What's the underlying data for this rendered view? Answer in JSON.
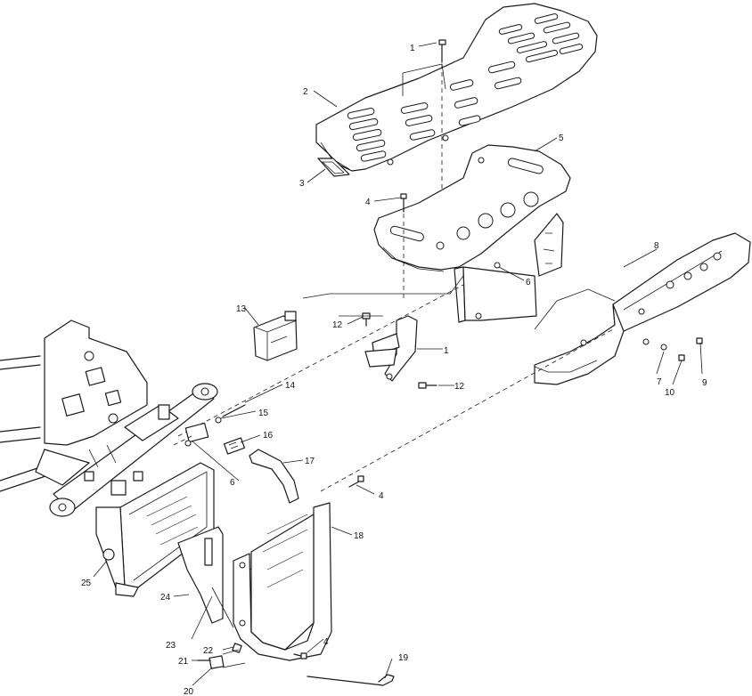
{
  "callouts": [
    {
      "id": "c1a",
      "label": "1"
    },
    {
      "id": "c1b",
      "label": "1"
    },
    {
      "id": "c2",
      "label": "2"
    },
    {
      "id": "c3",
      "label": "3"
    },
    {
      "id": "c4a",
      "label": "4"
    },
    {
      "id": "c4b",
      "label": "4"
    },
    {
      "id": "c4c",
      "label": "4"
    },
    {
      "id": "c5",
      "label": "5"
    },
    {
      "id": "c6a",
      "label": "6"
    },
    {
      "id": "c6b",
      "label": "6"
    },
    {
      "id": "c7",
      "label": "7"
    },
    {
      "id": "c8",
      "label": "8"
    },
    {
      "id": "c9",
      "label": "9"
    },
    {
      "id": "c10",
      "label": "10"
    },
    {
      "id": "c12a",
      "label": "12"
    },
    {
      "id": "c12b",
      "label": "12"
    },
    {
      "id": "c13",
      "label": "13"
    },
    {
      "id": "c14",
      "label": "14"
    },
    {
      "id": "c15",
      "label": "15"
    },
    {
      "id": "c16",
      "label": "16"
    },
    {
      "id": "c17",
      "label": "17"
    },
    {
      "id": "c18",
      "label": "18"
    },
    {
      "id": "c19",
      "label": "19"
    },
    {
      "id": "c20",
      "label": "20"
    },
    {
      "id": "c21",
      "label": "21"
    },
    {
      "id": "c22",
      "label": "22"
    },
    {
      "id": "c23",
      "label": "23"
    },
    {
      "id": "c24",
      "label": "24"
    },
    {
      "id": "c25",
      "label": "25"
    }
  ]
}
